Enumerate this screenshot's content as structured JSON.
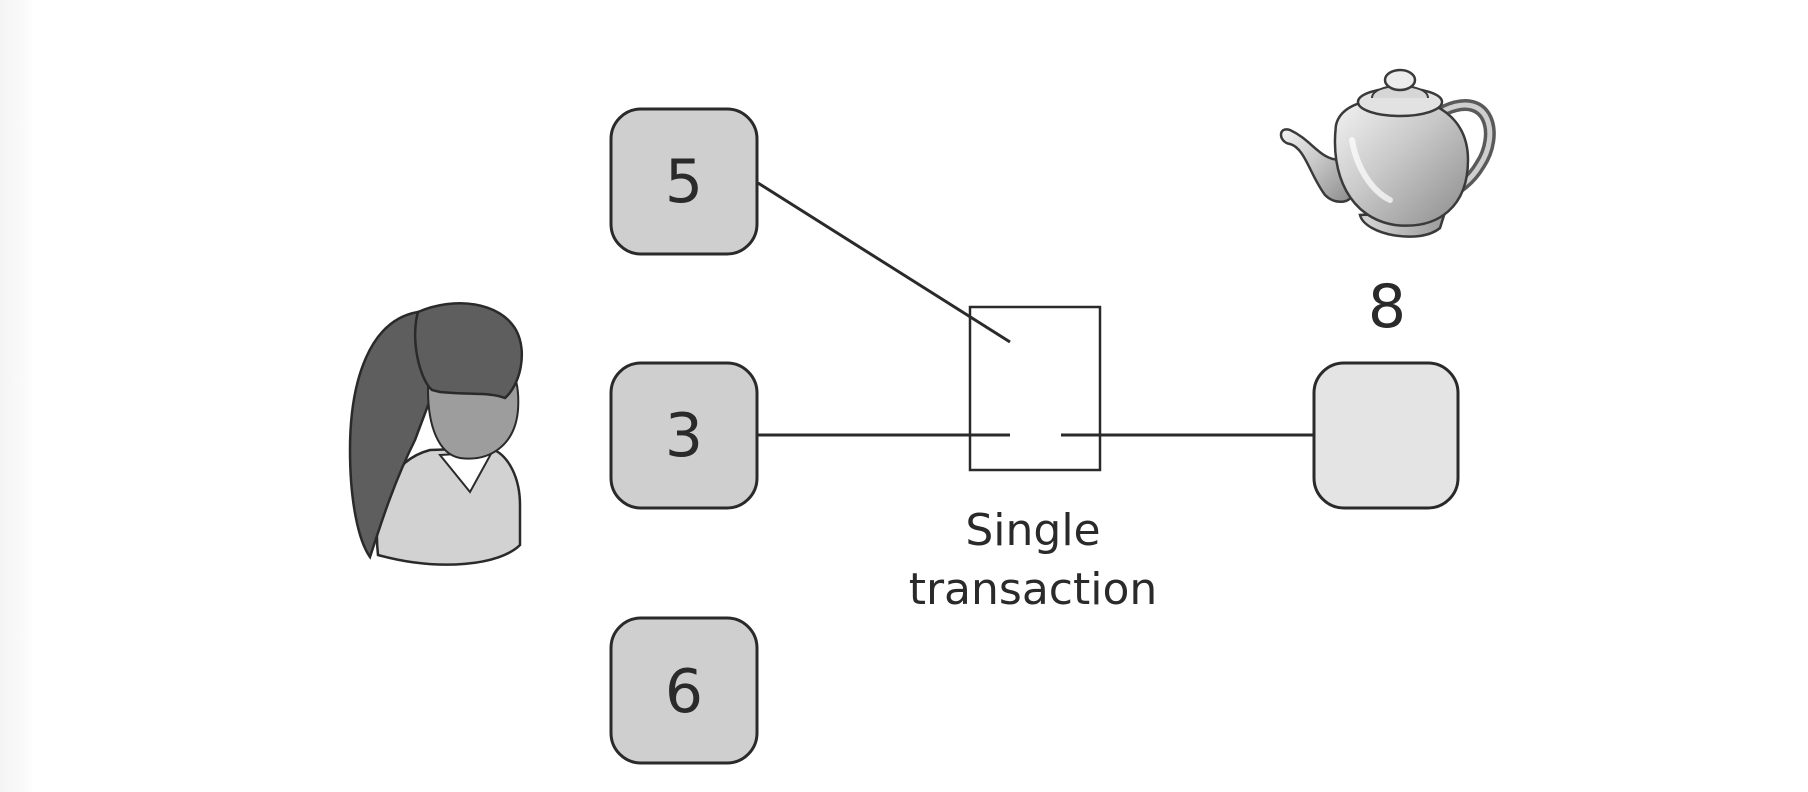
{
  "diagram": {
    "boxes": [
      {
        "id": "box-5",
        "label": "5"
      },
      {
        "id": "box-3",
        "label": "3"
      },
      {
        "id": "box-6",
        "label": "6"
      },
      {
        "id": "box-target",
        "label": ""
      }
    ],
    "teapot_value": "8",
    "transaction_label_line1": "Single",
    "transaction_label_line2": "transaction",
    "icons": [
      "person-icon",
      "teapot-icon"
    ],
    "colors": {
      "box_fill": "#cfcfcf",
      "target_fill": "#e4e4e4",
      "stroke": "#2a2a2a",
      "hair": "#5e5e5e",
      "face": "#9d9d9d",
      "body": "#d2d2d2"
    }
  }
}
